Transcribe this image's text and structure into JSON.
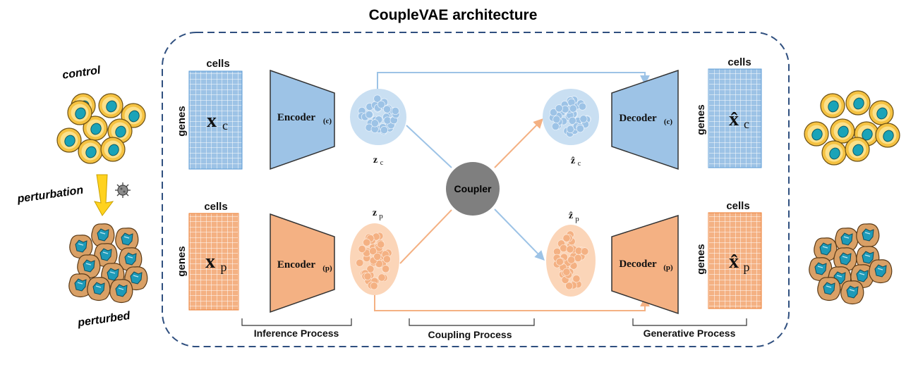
{
  "title": "CoupleVAE architecture",
  "left": {
    "control_label": "control",
    "perturbation_label": "perturbation",
    "perturbed_label": "perturbed"
  },
  "matrices": {
    "cells_label": "cells",
    "genes_label": "genes",
    "xc_main": "x",
    "xc_sub": "c",
    "xp_main": "x",
    "xp_sub": "p",
    "xc_hat_main": "x̂",
    "xc_hat_sub": "c",
    "xp_hat_main": "x̂",
    "xp_hat_sub": "p"
  },
  "modules": {
    "encoder_main": "Encoder",
    "encoder_c_sub": "(c)",
    "encoder_p_sub": "(p)",
    "decoder_main": "Decoder",
    "decoder_c_sub": "(c)",
    "decoder_p_sub": "(p)",
    "coupler": "Coupler"
  },
  "latents": {
    "zc_main": "z",
    "zc_sub": "c",
    "zp_main": "z",
    "zp_sub": "p",
    "zc_hat_main": "ẑ",
    "zc_hat_sub": "c",
    "zp_hat_main": "ẑ",
    "zp_hat_sub": "p"
  },
  "processes": {
    "inference": "Inference Process",
    "coupling": "Coupling Process",
    "generative": "Generative Process"
  },
  "colors": {
    "blue_fill": "#9dc3e6",
    "blue_light": "#c9dff2",
    "orange_fill": "#f4b183",
    "orange_light": "#fbd5b8",
    "coupler_gray": "#7f7f7f",
    "border_navy": "#2f4f7f",
    "arrow_blue": "#9dc3e6",
    "arrow_orange": "#f4b183",
    "cell_yellow": "#f5c242",
    "cell_nucleus": "#1aa3b8",
    "cell_tan": "#d9a066"
  }
}
